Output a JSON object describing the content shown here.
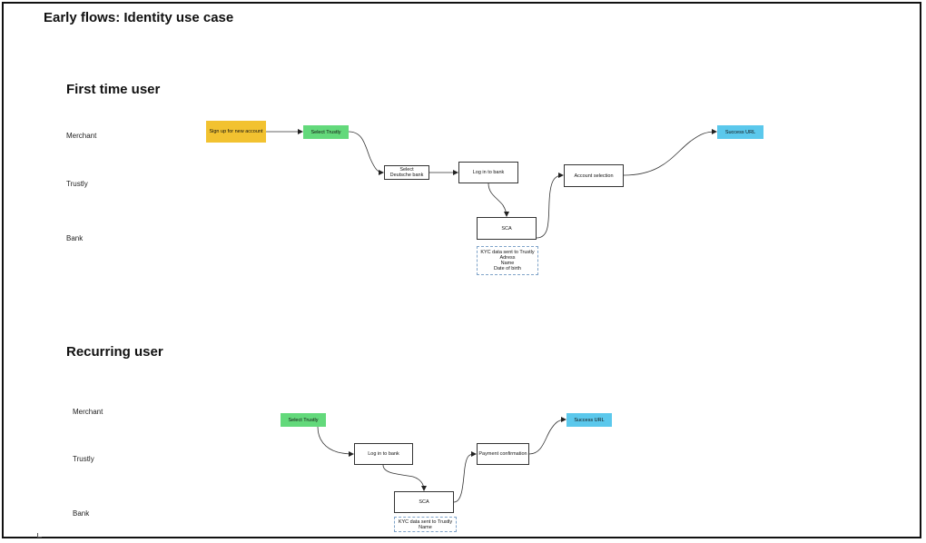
{
  "title": "Early flows: Identity use case",
  "first_time": {
    "heading": "First time user",
    "lanes": {
      "merchant": "Merchant",
      "trustly": "Trustly",
      "bank": "Bank"
    },
    "nodes": {
      "signup": "Sign up for new account",
      "select_trustly": "Select Trustly",
      "select_bank": "Select\nDeutsche bank",
      "login": "Log in to bank",
      "sca": "SCA",
      "account_selection": "Account selection",
      "success_url": "Success URL"
    },
    "kyc_note": {
      "line1": "KYC data sent to Trustly",
      "line2": "Adress",
      "line3": "Name",
      "line4": "Date of birth"
    }
  },
  "recurring": {
    "heading": "Recurring user",
    "lanes": {
      "merchant": "Merchant",
      "trustly": "Trustly",
      "bank": "Bank"
    },
    "nodes": {
      "select_trustly": "Select Trustly",
      "login": "Log in to bank",
      "sca": "SCA",
      "payment_confirmation": "Payment confirmation",
      "success_url": "Success URL"
    },
    "kyc_note": {
      "line1": "KYC data sent to Trustly",
      "line2": "Name"
    }
  },
  "colors": {
    "yellow": "#f2c230",
    "green": "#63d97b",
    "blue": "#5bc8ec",
    "dashed_border": "#7fa3c9"
  }
}
